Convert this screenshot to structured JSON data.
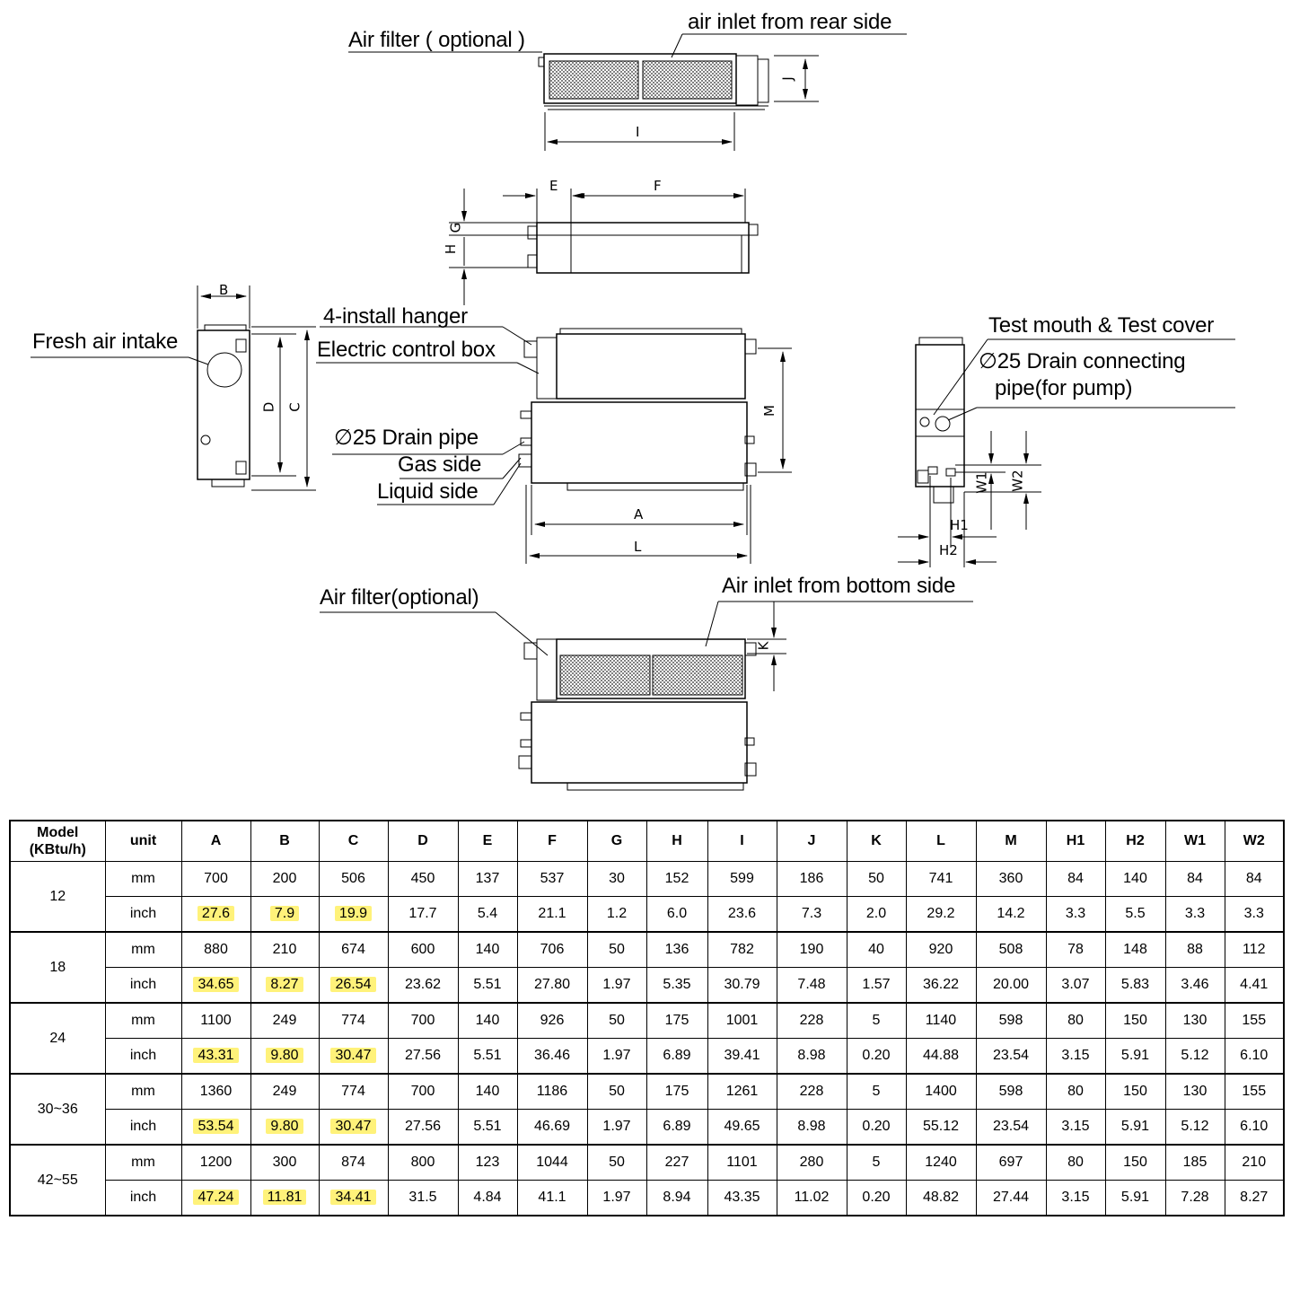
{
  "labels": {
    "air_filter_optional_top": "Air filter ( optional )",
    "air_inlet_rear": "air inlet from rear side",
    "install_hanger": "4-install hanger",
    "electric_box": "Electric control box",
    "fresh_air": "Fresh air intake",
    "drain_pipe": "∅25 Drain pipe",
    "gas_side": "Gas side",
    "liquid_side": "Liquid side",
    "test_mouth": "Test mouth & Test cover",
    "drain_connecting_1": "∅25 Drain connecting",
    "drain_connecting_2": "pipe(for pump)",
    "air_filter_optional_bottom": "Air filter(optional)",
    "air_inlet_bottom": "Air inlet from bottom side"
  },
  "dimension_letters": {
    "I": "I",
    "J": "J",
    "E": "E",
    "F": "F",
    "G": "G",
    "H": "H",
    "B": "B",
    "C": "C",
    "D": "D",
    "M": "M",
    "A": "A",
    "L": "L",
    "K": "K",
    "W1": "W1",
    "W2": "W2",
    "H1": "H1",
    "H2": "H2"
  },
  "table": {
    "header_model": "Model (KBtu/h)",
    "header_unit": "unit",
    "columns": [
      "A",
      "B",
      "C",
      "D",
      "E",
      "F",
      "G",
      "H",
      "I",
      "J",
      "K",
      "L",
      "M",
      "H1",
      "H2",
      "W1",
      "W2"
    ],
    "highlight_color": "#fff27a",
    "groups": [
      {
        "model": "12",
        "rows": [
          {
            "unit": "mm",
            "values": [
              "700",
              "200",
              "506",
              "450",
              "137",
              "537",
              "30",
              "152",
              "599",
              "186",
              "50",
              "741",
              "360",
              "84",
              "140",
              "84",
              "84"
            ]
          },
          {
            "unit": "inch",
            "values": [
              "27.6",
              "7.9",
              "19.9",
              "17.7",
              "5.4",
              "21.1",
              "1.2",
              "6.0",
              "23.6",
              "7.3",
              "2.0",
              "29.2",
              "14.2",
              "3.3",
              "5.5",
              "3.3",
              "3.3"
            ]
          }
        ]
      },
      {
        "model": "18",
        "rows": [
          {
            "unit": "mm",
            "values": [
              "880",
              "210",
              "674",
              "600",
              "140",
              "706",
              "50",
              "136",
              "782",
              "190",
              "40",
              "920",
              "508",
              "78",
              "148",
              "88",
              "112"
            ]
          },
          {
            "unit": "inch",
            "values": [
              "34.65",
              "8.27",
              "26.54",
              "23.62",
              "5.51",
              "27.80",
              "1.97",
              "5.35",
              "30.79",
              "7.48",
              "1.57",
              "36.22",
              "20.00",
              "3.07",
              "5.83",
              "3.46",
              "4.41"
            ]
          }
        ]
      },
      {
        "model": "24",
        "rows": [
          {
            "unit": "mm",
            "values": [
              "1100",
              "249",
              "774",
              "700",
              "140",
              "926",
              "50",
              "175",
              "1001",
              "228",
              "5",
              "1140",
              "598",
              "80",
              "150",
              "130",
              "155"
            ]
          },
          {
            "unit": "inch",
            "values": [
              "43.31",
              "9.80",
              "30.47",
              "27.56",
              "5.51",
              "36.46",
              "1.97",
              "6.89",
              "39.41",
              "8.98",
              "0.20",
              "44.88",
              "23.54",
              "3.15",
              "5.91",
              "5.12",
              "6.10"
            ]
          }
        ]
      },
      {
        "model": "30~36",
        "rows": [
          {
            "unit": "mm",
            "values": [
              "1360",
              "249",
              "774",
              "700",
              "140",
              "1186",
              "50",
              "175",
              "1261",
              "228",
              "5",
              "1400",
              "598",
              "80",
              "150",
              "130",
              "155"
            ]
          },
          {
            "unit": "inch",
            "values": [
              "53.54",
              "9.80",
              "30.47",
              "27.56",
              "5.51",
              "46.69",
              "1.97",
              "6.89",
              "49.65",
              "8.98",
              "0.20",
              "55.12",
              "23.54",
              "3.15",
              "5.91",
              "5.12",
              "6.10"
            ]
          }
        ]
      },
      {
        "model": "42~55",
        "rows": [
          {
            "unit": "mm",
            "values": [
              "1200",
              "300",
              "874",
              "800",
              "123",
              "1044",
              "50",
              "227",
              "1101",
              "280",
              "5",
              "1240",
              "697",
              "80",
              "150",
              "185",
              "210"
            ]
          },
          {
            "unit": "inch",
            "values": [
              "47.24",
              "11.81",
              "34.41",
              "31.5",
              "4.84",
              "41.1",
              "1.97",
              "8.94",
              "43.35",
              "11.02",
              "0.20",
              "48.82",
              "27.44",
              "3.15",
              "5.91",
              "7.28",
              "8.27"
            ]
          }
        ]
      }
    ]
  }
}
